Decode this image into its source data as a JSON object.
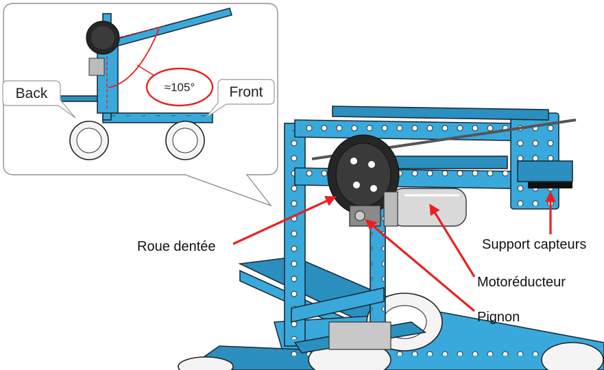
{
  "labels": {
    "gear": "Roue dentée",
    "pinion": "Pignon",
    "gearmotor": "Motoréducteur",
    "sensor_support": "Support capteurs"
  },
  "inset": {
    "back": "Back",
    "front": "Front",
    "angle": "≈105°"
  },
  "colors": {
    "structure": "#39a9dc",
    "arrow": "#ea1f1f",
    "gear": "#262626",
    "motor": "#d9d9d9"
  }
}
